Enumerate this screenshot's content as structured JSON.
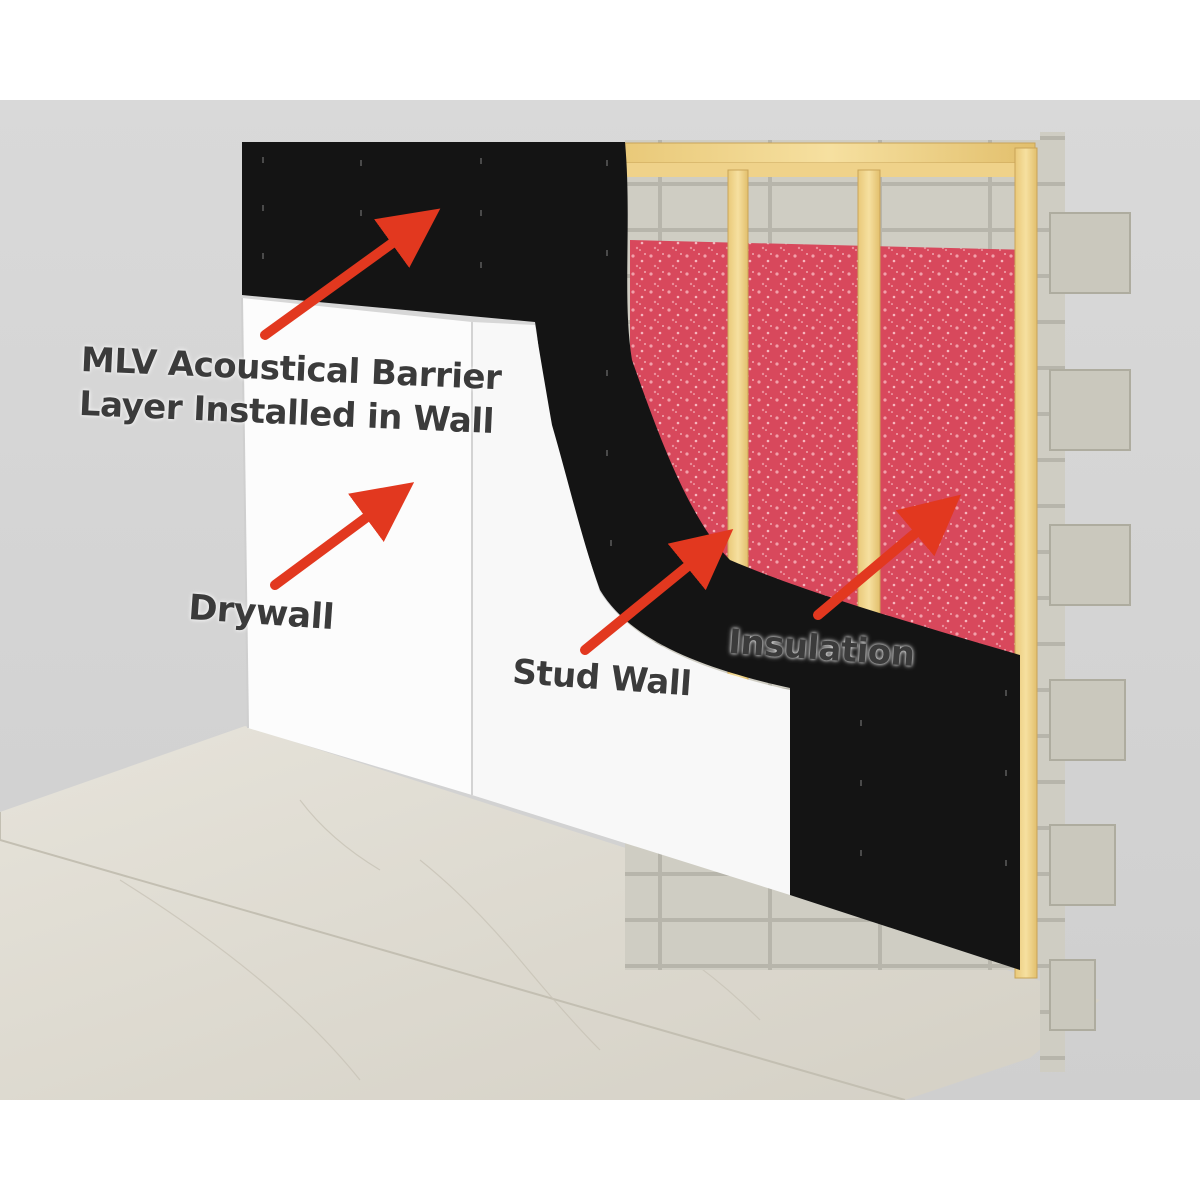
{
  "labels": {
    "mlv_line1": "MLV Acoustical Barrier",
    "mlv_line2": "Layer Installed in Wall",
    "drywall": "Drywall",
    "stud_wall": "Stud Wall",
    "insulation": "Insulation"
  },
  "colors": {
    "background_wall": "#d6d6d6",
    "floor": "#dedad0",
    "mlv_barrier": "#141414",
    "drywall": "#fcfcfc",
    "insulation": "#d8485c",
    "stud_wood": "#f0d68c",
    "block": "#c9c7bc",
    "arrow": "#e2381f",
    "label_text": "#3b3b3b"
  }
}
